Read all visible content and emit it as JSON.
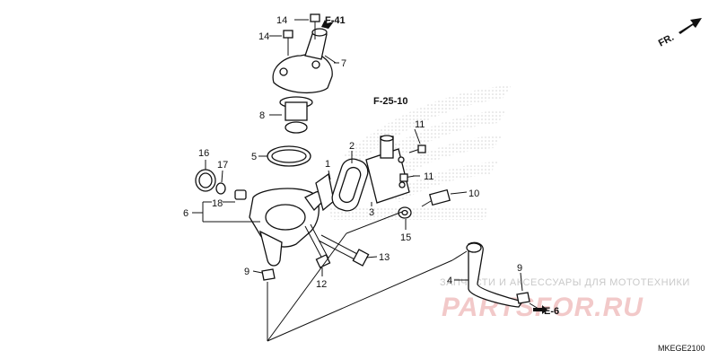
{
  "callouts": {
    "p1": "1",
    "p2": "2",
    "p3": "3",
    "p4": "4",
    "p5": "5",
    "p6": "6",
    "p7": "7",
    "p8": "8",
    "p9a": "9",
    "p9b": "9",
    "p10": "10",
    "p11a": "11",
    "p11b": "11",
    "p12": "12",
    "p13": "13",
    "p14a": "14",
    "p14b": "14",
    "p15": "15",
    "p16": "16",
    "p17": "17",
    "p18": "18"
  },
  "references": {
    "f41": "F-41",
    "f2510": "F-25-10",
    "e6": "E-6"
  },
  "direction_label": "FR.",
  "diagram_code": "MKEGE2100",
  "watermark": {
    "tagline": "ЗАПЧАСТИ И АКСЕССУАРЫ ДЛЯ МОТОТЕХНИКИ",
    "brand": "PARTSFOR.RU"
  },
  "colors": {
    "line": "#111111",
    "watermark_logo": "#e0e0e0",
    "watermark_text": "#f2c9c9"
  }
}
